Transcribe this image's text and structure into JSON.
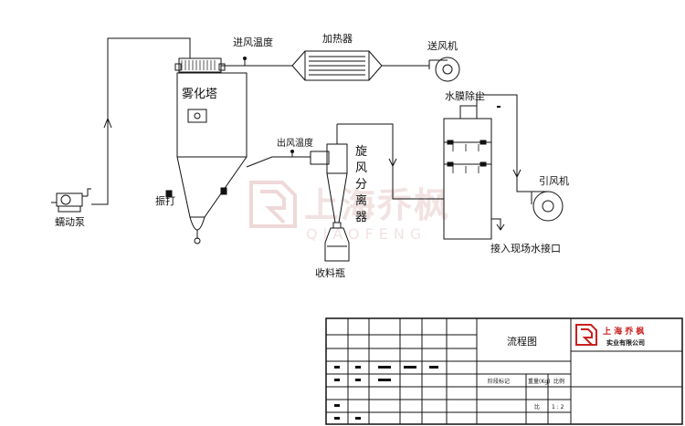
{
  "labels": {
    "tower": "雾化塔",
    "heater": "加热器",
    "inlet_temp": "进风温度",
    "supply_fan": "送风机",
    "water_film": "水膜除尘",
    "outlet_temp": "出风温度",
    "cyclone": [
      "旋",
      "风",
      "分",
      "离",
      "器"
    ],
    "induced_fan": "引风机",
    "water_connection": "接入现场水接口",
    "vibrator": "振打",
    "pump": "蠕动泵",
    "collector": "收料瓶"
  },
  "watermark": {
    "text": "上海乔枫",
    "subtext": "QIAOFENG"
  },
  "title_block": {
    "drawing_name": "流程图",
    "company_line1": "上 海 乔 枫",
    "company_line2": "实业有限公司",
    "scale_label": "比",
    "scale_value": "1 : 2",
    "weight_label": "重量(Kg)",
    "ratio_label": "比例",
    "stage_label": "阶段标记"
  },
  "colors": {
    "line": "#111111",
    "watermark": "#e6c9c9",
    "logo_red": "#c8201e"
  }
}
